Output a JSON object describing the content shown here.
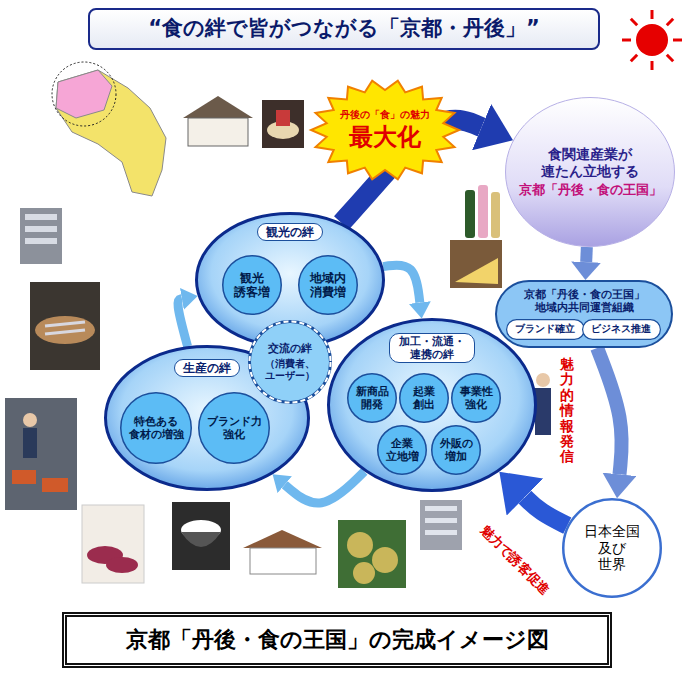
{
  "diagram": {
    "title": "“食の絆で皆がつながる「京都・丹後」”",
    "caption": "京都「丹後・食の王国」の完成イメージ図",
    "nodes": [
      {
        "text": [
          "観光の絆"
        ]
      },
      {
        "text": [
          "観光 誘客増"
        ],
        "in": 0
      },
      {
        "text": [
          "地域内 消費増"
        ],
        "in": 0
      },
      {
        "text": [
          "生産の絆"
        ]
      },
      {
        "text": [
          "特色ある 食材の増強"
        ],
        "in": 3
      },
      {
        "text": [
          "ブランド力 強化"
        ],
        "in": 3
      },
      {
        "text": [
          "加工・流通・ 連携の絆"
        ]
      },
      {
        "text": [
          "新商品 開発"
        ],
        "in": 6
      },
      {
        "text": [
          "起業 創出"
        ],
        "in": 6
      },
      {
        "text": [
          "事業性 強化"
        ],
        "in": 6
      },
      {
        "text": [
          "企業 立地増"
        ],
        "in": 6
      },
      {
        "text": [
          "外販の 増加"
        ],
        "in": 6
      },
      {
        "text": [
          "交流の絆",
          "（消費者、 ユーザー）"
        ]
      },
      {
        "text": [
          "丹後の「食」の魅力",
          "最大化"
        ]
      },
      {
        "text": [
          "食関連産業が 連たん立地する",
          "京都「丹後・食の王国」"
        ]
      },
      {
        "text": [
          "京都「丹後・食の王国」 地域内共同運営組織"
        ]
      },
      {
        "text": [
          "ブランド確立"
        ],
        "in": 15
      },
      {
        "text": [
          "ビジネス推進"
        ],
        "in": 15
      },
      {
        "text": [
          "日本全国 及び 世界"
        ]
      }
    ],
    "edges": [
      {
        "from": 0,
        "to": 14,
        "arrow": "to"
      },
      {
        "from": 14,
        "to": 15,
        "arrow": "to"
      },
      {
        "from": 15,
        "to": 18,
        "arrow": "to",
        "label": "魅力的情報発信"
      },
      {
        "from": 18,
        "to": 6,
        "arrow": "to",
        "label": "魅力で誘客促進"
      },
      {
        "from": 0,
        "to": 6,
        "arrow": "to"
      },
      {
        "from": 6,
        "to": 3,
        "arrow": "to"
      },
      {
        "from": 3,
        "to": 0,
        "arrow": "to"
      }
    ]
  }
}
